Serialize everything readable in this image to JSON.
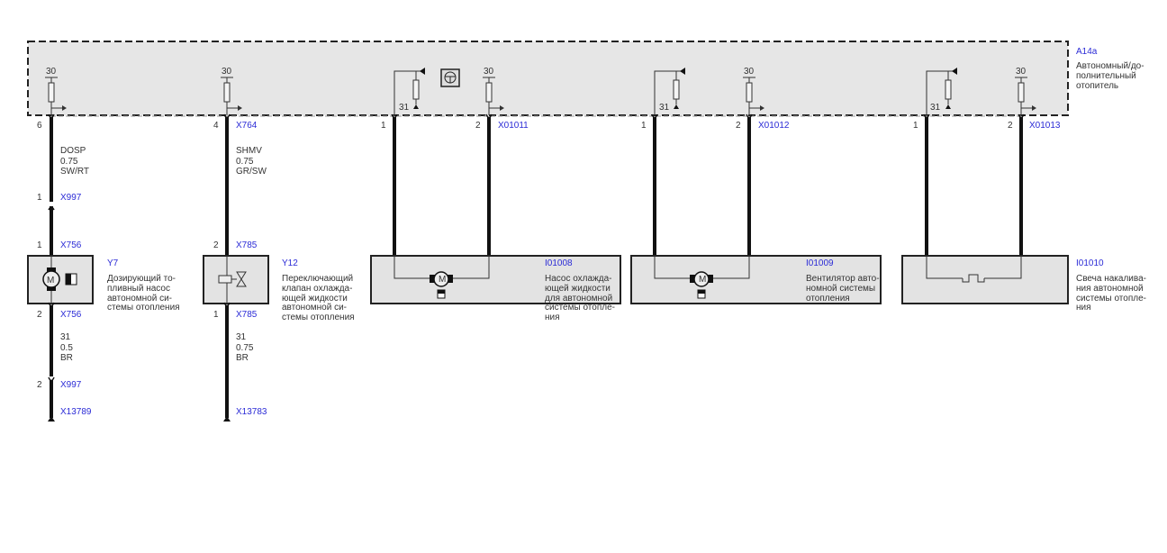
{
  "module": {
    "id": "A14a",
    "desc": [
      "Автономный/до-",
      "полнительный",
      "отопитель"
    ]
  },
  "terminal_30": "30",
  "terminal_31": "31",
  "motor_label": "M",
  "circuits": [
    {
      "id": "Y7",
      "top_pin": "6",
      "wire_top": [
        "DOSP",
        "0.75",
        "SW/RT"
      ],
      "mid_top": {
        "pin": "1",
        "id": "X997"
      },
      "comp_top": {
        "pin": "1",
        "id": "X756"
      },
      "desc": [
        "Дозирующий то-",
        "пливный насос",
        "автономной си-",
        "стемы отопления"
      ],
      "comp_bottom": {
        "pin": "2",
        "id": "X756"
      },
      "wire_bottom": [
        "31",
        "0.5",
        "BR"
      ],
      "mid_bottom": {
        "pin": "2",
        "id": "X997"
      },
      "ground": "X13789"
    },
    {
      "id": "Y12",
      "top_pin": "4",
      "top_connector": "X764",
      "wire_top": [
        "SHMV",
        "0.75",
        "GR/SW"
      ],
      "comp_top": {
        "pin": "2",
        "id": "X785"
      },
      "desc": [
        "Переключающий",
        "клапан охлажда-",
        "ющей жидкости",
        "автономной си-",
        "стемы отопления"
      ],
      "comp_bottom": {
        "pin": "1",
        "id": "X785"
      },
      "wire_bottom": [
        "31",
        "0.75",
        "BR"
      ],
      "ground": "X13783"
    }
  ],
  "loads": [
    {
      "id": "I01008",
      "pins": [
        "1",
        "2"
      ],
      "connector": "X01011",
      "desc": [
        "Насос охлажда-",
        "ющей жидкости",
        "для автономной",
        "системы отопле-",
        "ния"
      ]
    },
    {
      "id": "I01009",
      "pins": [
        "1",
        "2"
      ],
      "connector": "X01012",
      "desc": [
        "Вентилятор авто-",
        "номной системы",
        "отопления"
      ]
    },
    {
      "id": "I01010",
      "pins": [
        "1",
        "2"
      ],
      "connector": "X01013",
      "desc": [
        "Свеча накалива-",
        "ния автономной",
        "системы отопле-",
        "ния"
      ]
    }
  ]
}
